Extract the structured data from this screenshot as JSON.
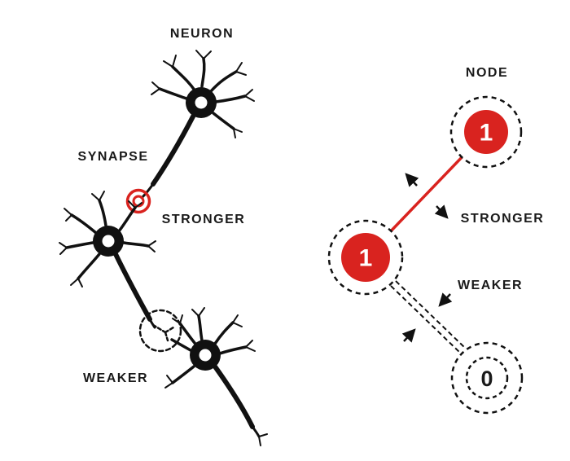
{
  "left": {
    "title": "NEURON",
    "synapse_label": "SYNAPSE",
    "stronger_label": "STRONGER",
    "weaker_label": "WEAKER",
    "icons": {
      "strong_synapse": "red-target-rings-icon",
      "weak_synapse": "dashed-circle-icon"
    }
  },
  "right": {
    "title": "NODE",
    "stronger_label": "STRONGER",
    "weaker_label": "WEAKER",
    "nodes": [
      {
        "name": "node-top",
        "value": "1",
        "state": "active"
      },
      {
        "name": "node-middle",
        "value": "1",
        "state": "active"
      },
      {
        "name": "node-bottom",
        "value": "0",
        "state": "inactive"
      }
    ],
    "connections": [
      {
        "from": "node-middle",
        "to": "node-top",
        "style": "solid-red",
        "meaning": "stronger"
      },
      {
        "from": "node-middle",
        "to": "node-bottom",
        "style": "dashed-double",
        "meaning": "weaker"
      }
    ]
  },
  "colors": {
    "accent_red": "#d9231f",
    "ink": "#111111",
    "background": "#ffffff"
  }
}
